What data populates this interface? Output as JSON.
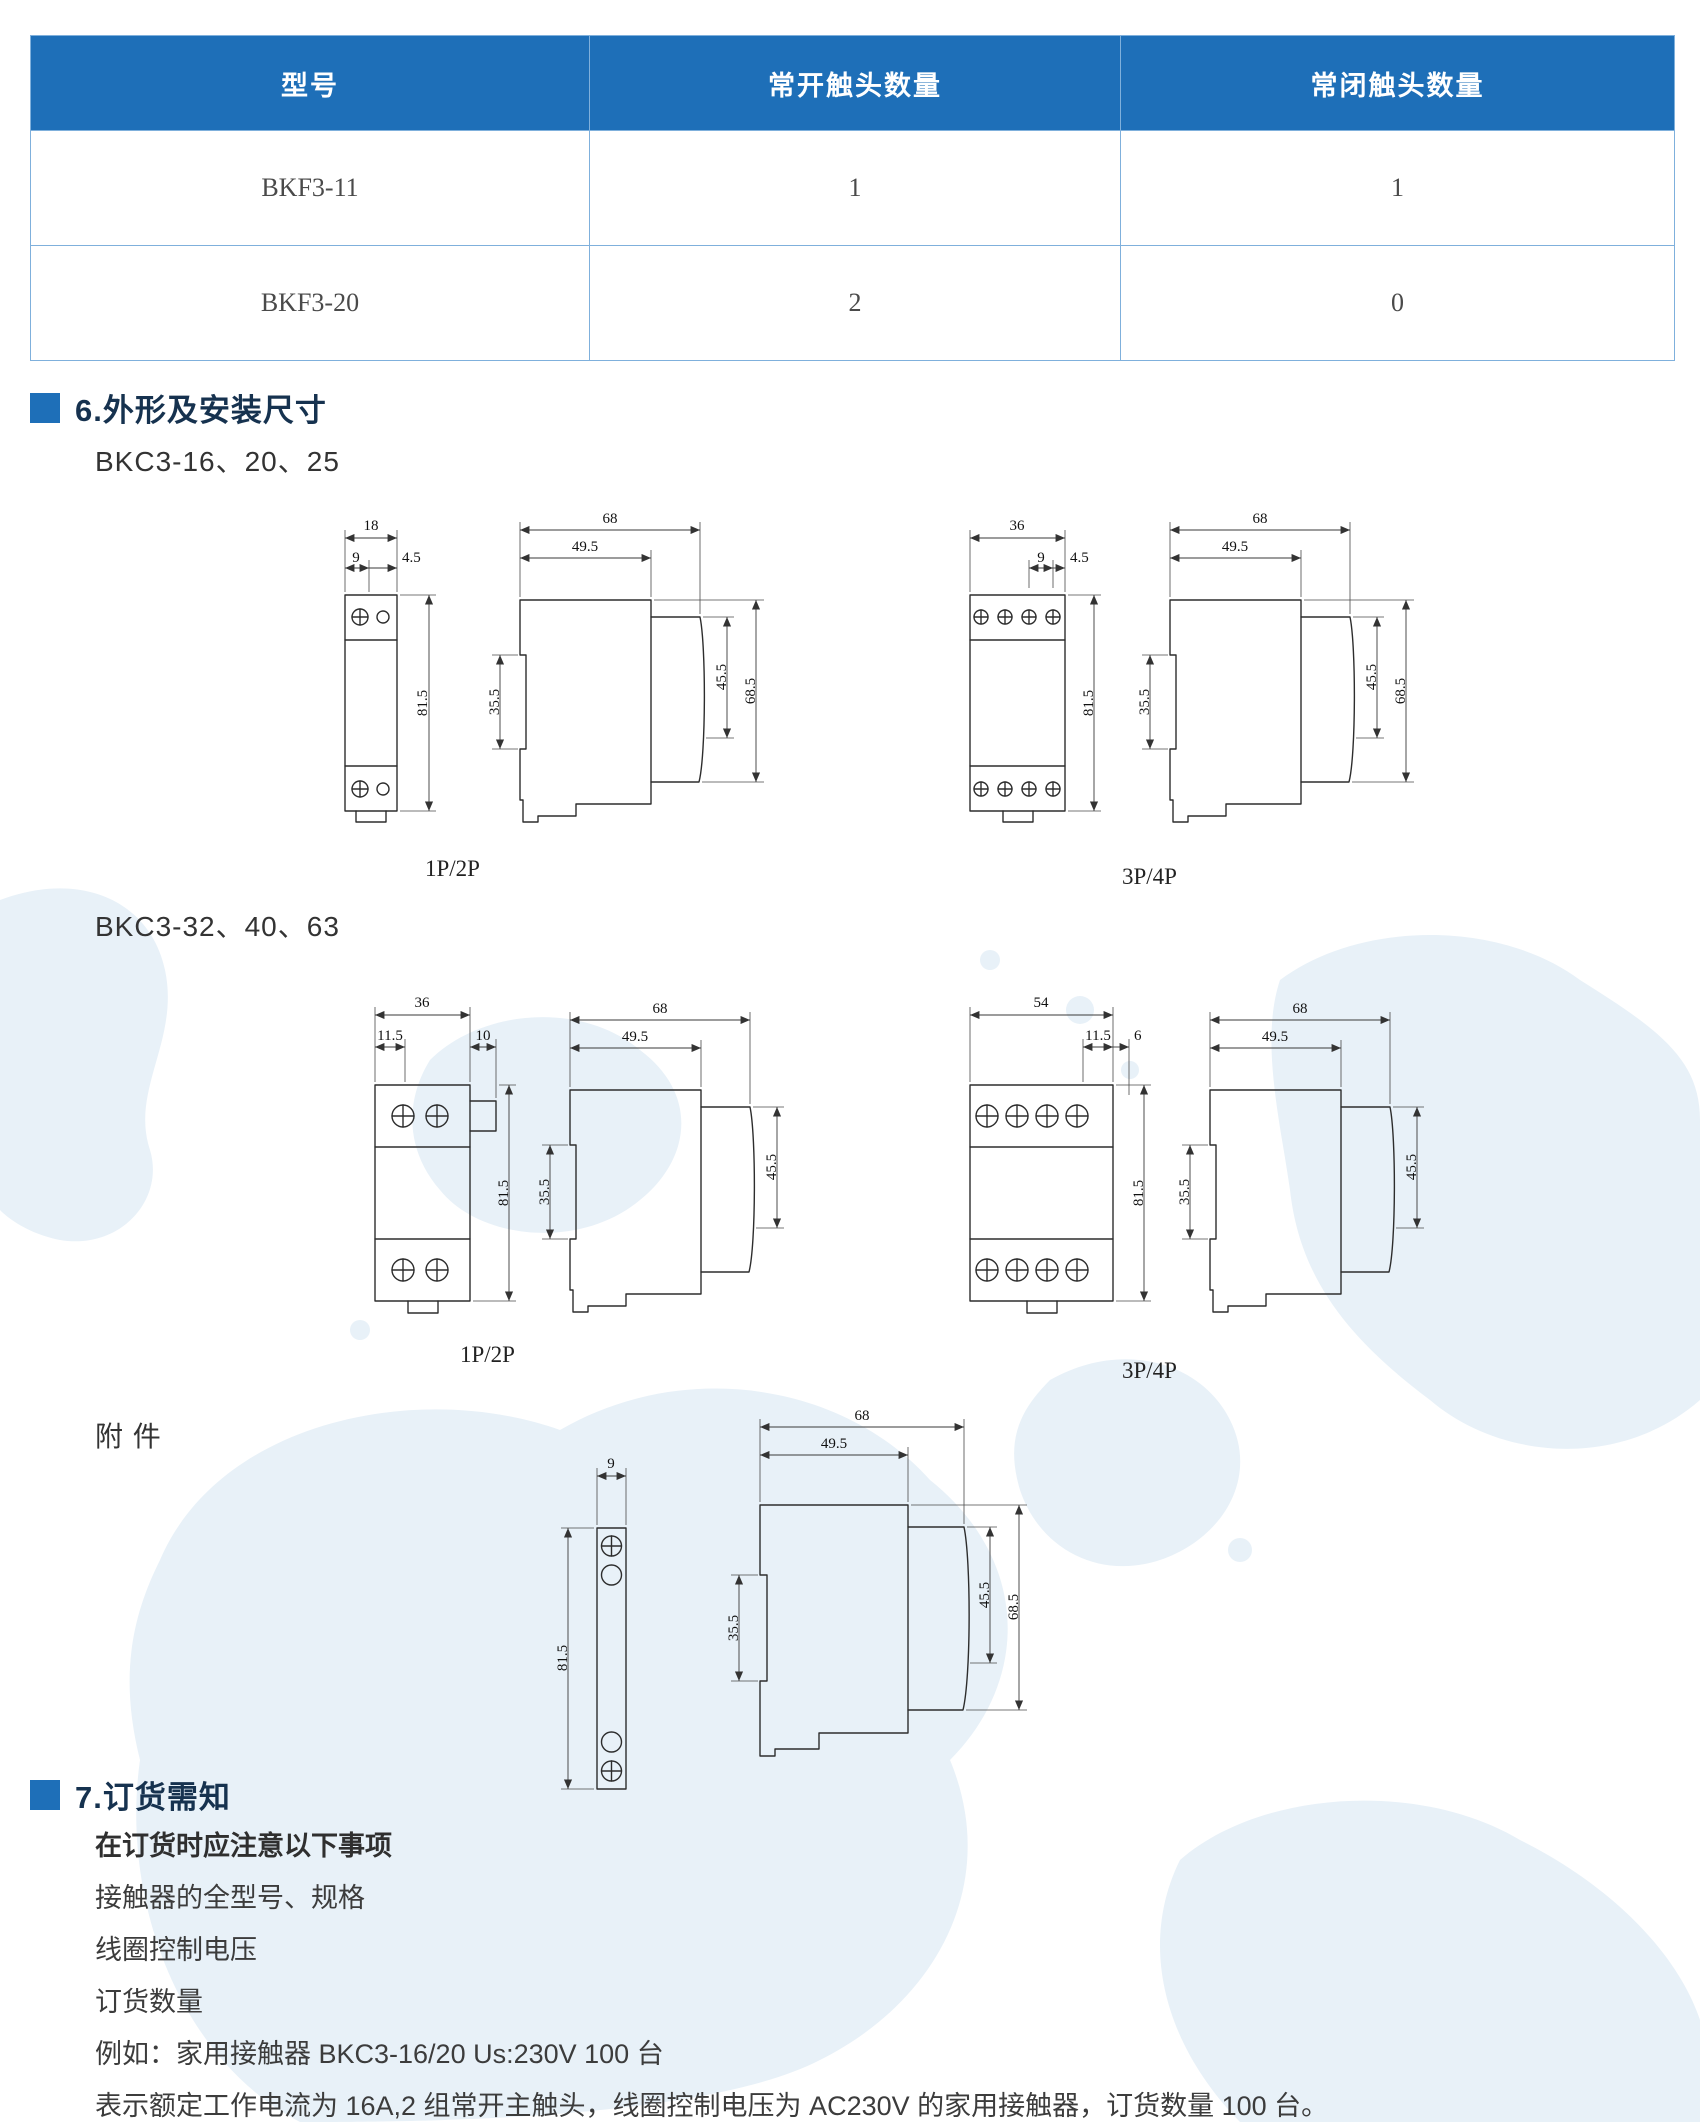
{
  "colors": {
    "accent": "#1e6fb8",
    "map_blue": "#e8f1f8"
  },
  "table": {
    "headers": [
      "型号",
      "常开触头数量",
      "常闭触头数量"
    ],
    "rows": [
      {
        "model": "BKF3-11",
        "no": "1",
        "nc": "1"
      },
      {
        "model": "BKF3-20",
        "no": "2",
        "nc": "0"
      }
    ]
  },
  "section6": {
    "title": "6.外形及安装尺寸",
    "sub1": "BKC3-16、20、25",
    "sub2": "BKC3-32、40、63",
    "accessory": "附 件",
    "label_1p2p": "1P/2P",
    "label_3p4p": "3P/4P"
  },
  "dims": {
    "a_front_1p": {
      "w": "18",
      "p": "9",
      "e": "4.5",
      "h": "81.5"
    },
    "a_side": {
      "w": "68",
      "w2": "49.5",
      "h1": "35.5",
      "h2": "45.5",
      "h3": "68.5"
    },
    "a_front_3p": {
      "w": "36",
      "p": "9",
      "e": "4.5",
      "h": "81.5"
    },
    "b_front_1p": {
      "w": "36",
      "p": "11.5",
      "e": "10",
      "h": "81.5"
    },
    "b_side": {
      "w": "68",
      "w2": "49.5",
      "h1": "35.5",
      "h2": "45.5"
    },
    "b_front_3p": {
      "w": "54",
      "p": "11.5",
      "e": "6",
      "h": "81.5"
    },
    "acc_front": {
      "w": "9",
      "h": "81.5"
    },
    "acc_side": {
      "w": "68",
      "w2": "49.5",
      "h1": "35.5",
      "h2": "45.5",
      "h3": "68.5"
    }
  },
  "section7": {
    "title": "7.订货需知",
    "intro": "在订货时应注意以下事项",
    "items": [
      "接触器的全型号、规格",
      "线圈控制电压",
      "订货数量"
    ],
    "example": "例如：家用接触器 BKC3-16/20  Us:230V  100 台",
    "note": "表示额定工作电流为 16A,2 组常开主触头，线圈控制电压为 AC230V 的家用接触器，订货数量 100 台。"
  }
}
